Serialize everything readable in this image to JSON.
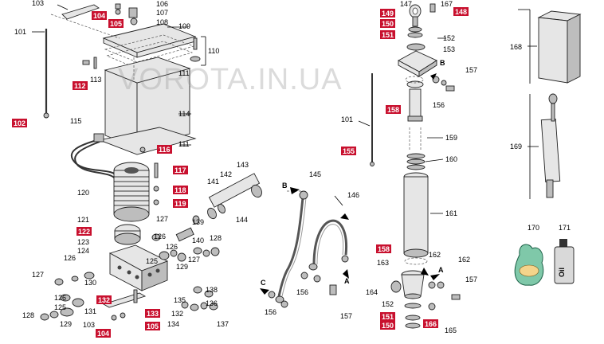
{
  "watermark": "VOROTA.IN.UA",
  "colors": {
    "highlight": "#c8102e",
    "text": "#000000",
    "part_fill": "#e6e6e6",
    "part_dark": "#bdbdbd"
  },
  "direction_labels": {
    "a1": "A",
    "b1": "B",
    "c1": "C",
    "a2": "A",
    "b2": "B"
  },
  "callouts": {
    "c101a": "101",
    "c101b": "101",
    "c102": "102",
    "c103a": "103",
    "c103b": "103",
    "c104a": "104",
    "c104b": "104",
    "c105a": "105",
    "c105b": "105",
    "c106": "106",
    "c107": "107",
    "c108": "108",
    "c109": "109",
    "c110": "110",
    "c111a": "111",
    "c111b": "111",
    "c112": "112",
    "c113": "113",
    "c114": "114",
    "c115": "115",
    "c116": "116",
    "c117": "117",
    "c118": "118",
    "c119": "119",
    "c120": "120",
    "c121": "121",
    "c122": "122",
    "c123": "123",
    "c124": "124",
    "c125a": "125",
    "c125b": "125",
    "c126a": "126",
    "c126b": "126",
    "c126c": "126",
    "c127a": "127",
    "c127b": "127",
    "c128a": "128",
    "c128b": "128",
    "c129a": "129",
    "c129b": "129",
    "c130": "130",
    "c131": "131",
    "c132": "132",
    "c133": "133",
    "c134": "134",
    "c135": "135",
    "c136": "136",
    "c137": "137",
    "c138": "138",
    "c139": "139",
    "c140": "140",
    "c141": "141",
    "c142": "142",
    "c143": "143",
    "c144": "144",
    "c145": "145",
    "c146": "146",
    "c147": "147",
    "c148": "148",
    "c149": "149",
    "c150a": "150",
    "c150b": "150",
    "c151a": "151",
    "c151b": "151",
    "c152a": "152",
    "c152b": "152",
    "c153": "153",
    "c155": "155",
    "c156a": "156",
    "c156b": "156",
    "c156c": "156",
    "c157a": "157",
    "c157b": "157",
    "c157c": "157",
    "c158a": "158",
    "c158b": "158",
    "c159": "159",
    "c160": "160",
    "c161": "161",
    "c162a": "162",
    "c162b": "162",
    "c163": "163",
    "c164": "164",
    "c165": "165",
    "c166": "166",
    "c167": "167",
    "c168": "168",
    "c169": "169",
    "c170": "170",
    "c171": "171"
  },
  "oil_label": "Oil"
}
